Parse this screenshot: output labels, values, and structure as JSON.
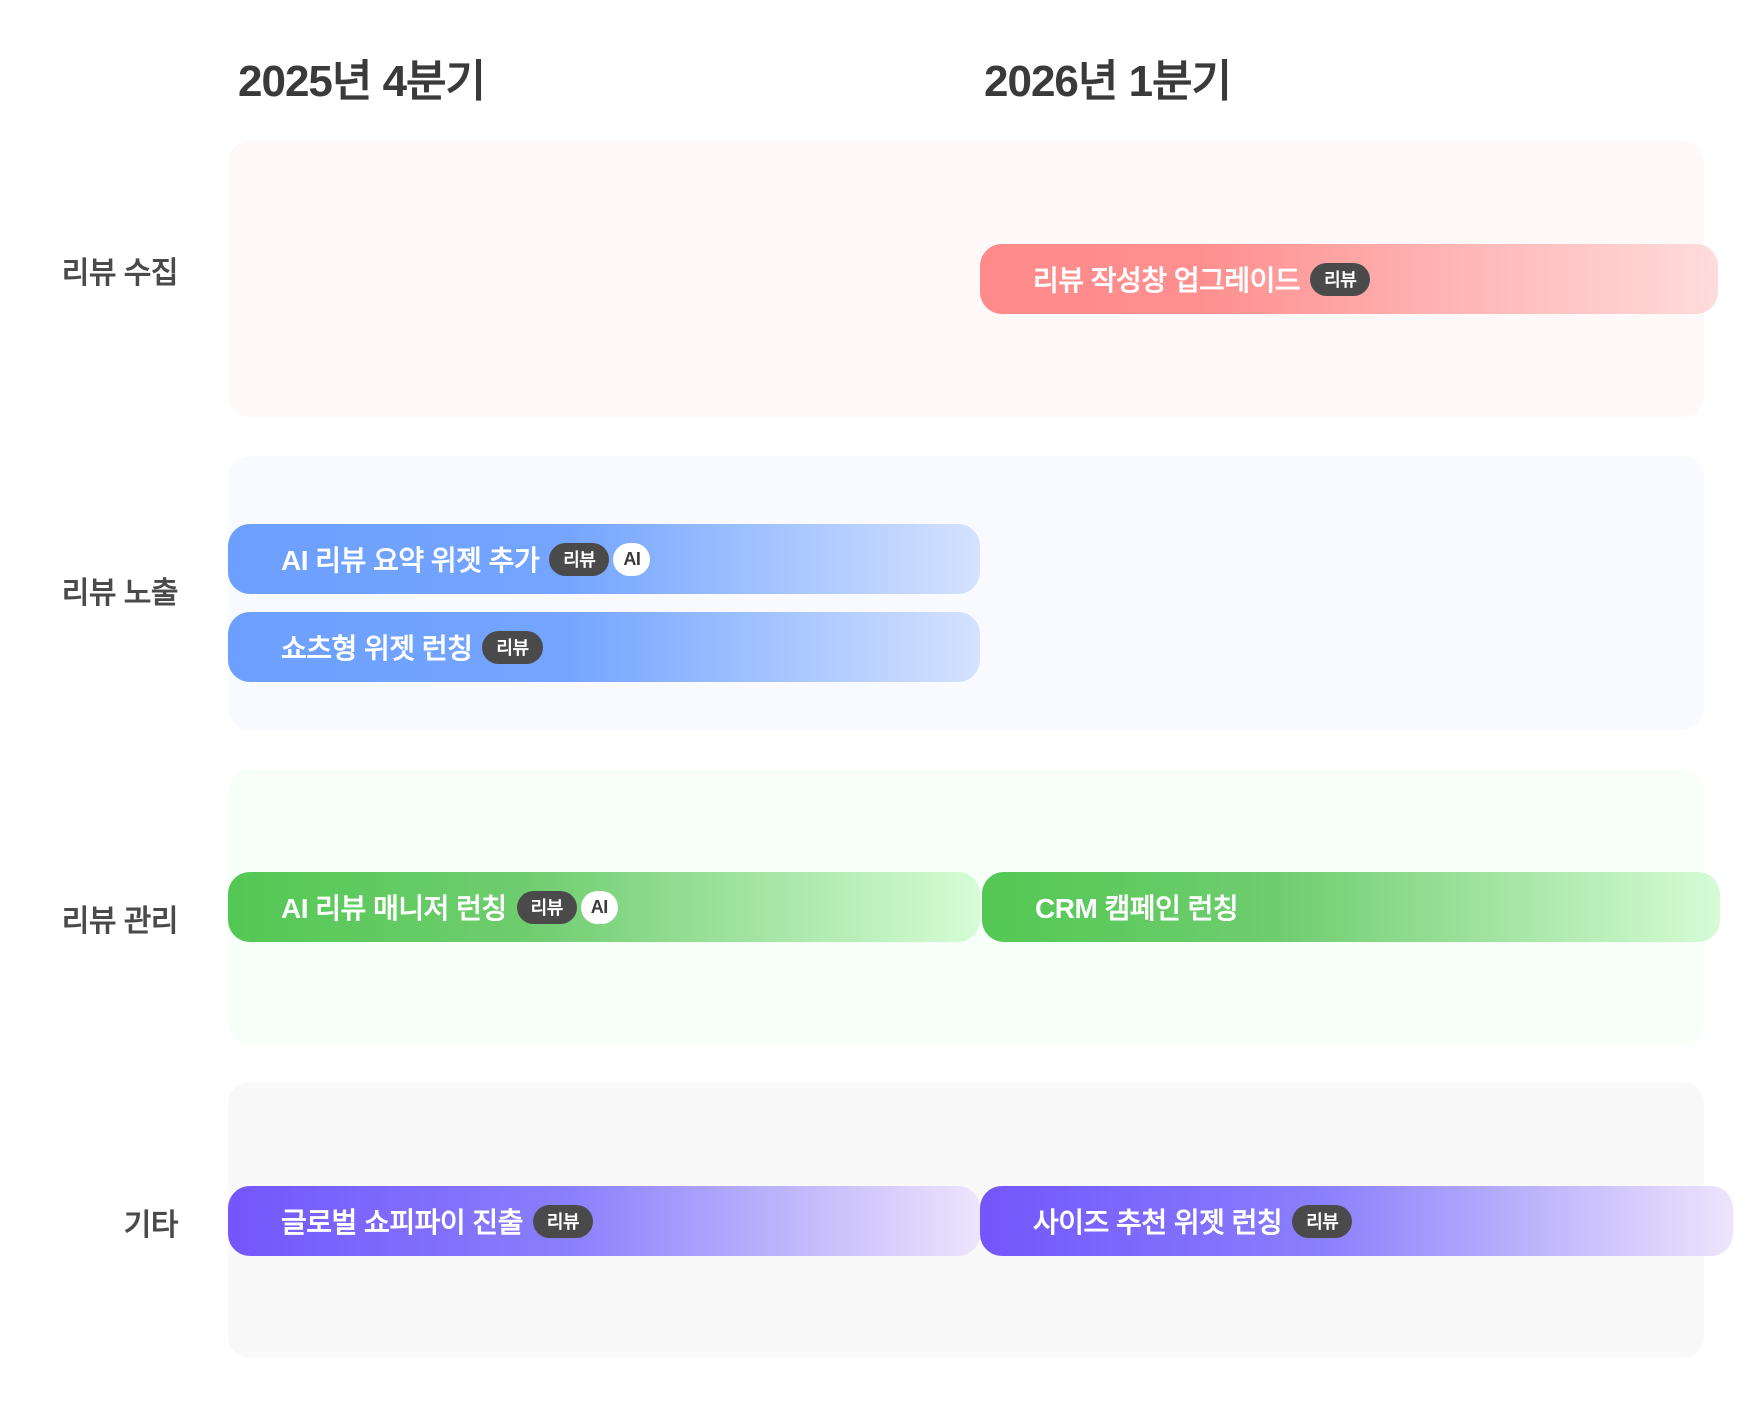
{
  "columns": [
    {
      "label": "2025년 4분기"
    },
    {
      "label": "2026년 1분기"
    }
  ],
  "rows": [
    {
      "label": "리뷰 수집",
      "panel_color": "#fff8f8"
    },
    {
      "label": "리뷰 노출",
      "panel_color": "#f8faff"
    },
    {
      "label": "리뷰 관리",
      "panel_color": "#f6fff8"
    },
    {
      "label": "기타",
      "panel_color": "#f9f9f9"
    }
  ],
  "items": [
    {
      "row": "리뷰 수집",
      "quarter": "2026년 1분기",
      "label": "리뷰 작성창 업그레이드",
      "tags": [
        "리뷰"
      ],
      "color": "#ff8a8a"
    },
    {
      "row": "리뷰 노출",
      "quarter": "2025년 4분기",
      "label": "AI 리뷰 요약 위젯 추가",
      "tags": [
        "리뷰",
        "AI"
      ],
      "color": "#6c9fff"
    },
    {
      "row": "리뷰 노출",
      "quarter": "2025년 4분기",
      "label": "쇼츠형 위젯 런칭",
      "tags": [
        "리뷰"
      ],
      "color": "#6c9fff"
    },
    {
      "row": "리뷰 관리",
      "quarter": "2025년 4분기",
      "label": "AI 리뷰 매니저 런칭",
      "tags": [
        "리뷰",
        "AI"
      ],
      "color": "#53c853"
    },
    {
      "row": "리뷰 관리",
      "quarter": "2026년 1분기",
      "label": "CRM 캠페인 런칭",
      "tags": [],
      "color": "#53c853"
    },
    {
      "row": "기타",
      "quarter": "2025년 4분기",
      "label": "글로벌 쇼피파이 진출",
      "tags": [
        "리뷰"
      ],
      "color": "#7356fc"
    },
    {
      "row": "기타",
      "quarter": "2026년 1분기",
      "label": "사이즈 추천 위젯 런칭",
      "tags": [
        "리뷰"
      ],
      "color": "#7356fc"
    }
  ]
}
